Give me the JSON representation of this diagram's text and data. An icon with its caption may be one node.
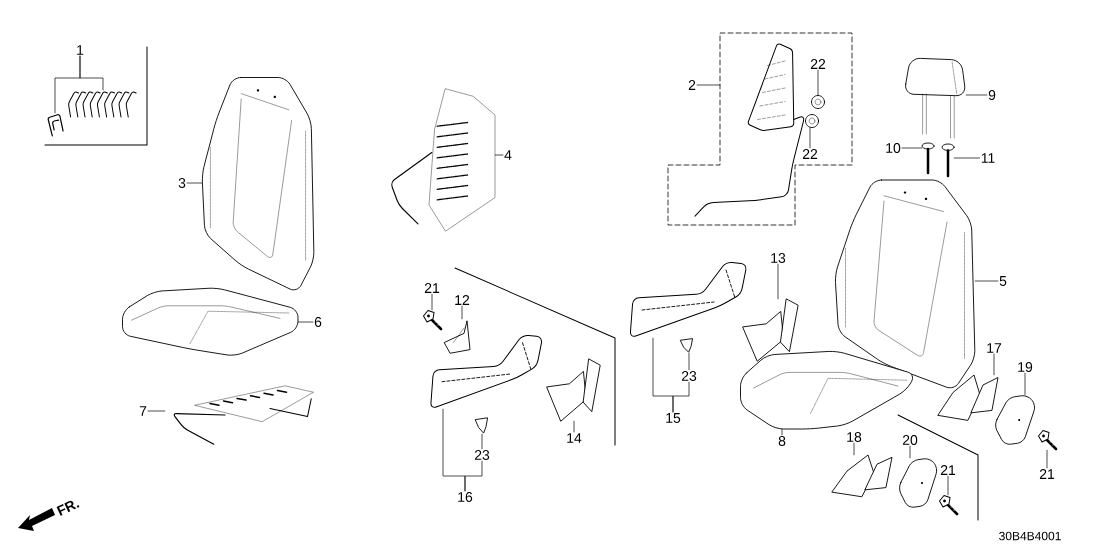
{
  "diagram": {
    "nodes": [
      {
        "text": [
          "1"
        ]
      },
      {
        "text": [],
        "shape": "picture"
      },
      {
        "text": [],
        "shape": "picture"
      },
      {
        "text": [
          "3"
        ]
      },
      {
        "text": [],
        "shape": "picture"
      },
      {
        "text": [
          "6"
        ]
      },
      {
        "text": [],
        "shape": "picture"
      },
      {
        "text": [
          "7"
        ]
      },
      {
        "text": [],
        "shape": "picture"
      },
      {
        "text": [
          "4"
        ]
      },
      {
        "text": [],
        "shape": "picture"
      },
      {
        "text": [],
        "shape": "box"
      },
      {
        "text": [
          "2"
        ]
      },
      {
        "text": [],
        "shape": "picture",
        "in": 11
      },
      {
        "text": [
          "22"
        ],
        "in": 11
      },
      {
        "text": [],
        "shape": "picture",
        "in": 11
      },
      {
        "text": [],
        "shape": "picture",
        "in": 11
      },
      {
        "text": [
          "22"
        ],
        "in": 11
      },
      {
        "text": [
          "9"
        ]
      },
      {
        "text": [],
        "shape": "picture"
      },
      {
        "text": [
          "10"
        ]
      },
      {
        "text": [],
        "shape": "picture"
      },
      {
        "text": [
          "11"
        ]
      },
      {
        "text": [],
        "shape": "picture"
      },
      {
        "text": [
          "5"
        ]
      },
      {
        "text": [],
        "shape": "picture"
      },
      {
        "text": [
          "21"
        ]
      },
      {
        "text": [],
        "shape": "picture"
      },
      {
        "text": [
          "12"
        ]
      },
      {
        "text": [],
        "shape": "picture"
      },
      {
        "text": [],
        "shape": "picture"
      },
      {
        "text": [
          "23"
        ]
      },
      {
        "text": [],
        "shape": "picture"
      },
      {
        "text": [
          "16"
        ]
      },
      {
        "text": [],
        "shape": "picture"
      },
      {
        "text": [
          "14"
        ]
      },
      {
        "text": [],
        "shape": "picture"
      },
      {
        "text": [],
        "shape": "picture"
      },
      {
        "text": [
          "13"
        ]
      },
      {
        "text": [],
        "shape": "picture"
      },
      {
        "text": [
          "23"
        ]
      },
      {
        "text": [
          "15"
        ]
      },
      {
        "text": [],
        "shape": "picture"
      },
      {
        "text": [
          "8"
        ]
      },
      {
        "text": [],
        "shape": "picture"
      },
      {
        "text": [
          "17"
        ]
      },
      {
        "text": [
          "19"
        ]
      },
      {
        "text": [],
        "shape": "picture"
      },
      {
        "text": [],
        "shape": "picture"
      },
      {
        "text": [
          "21"
        ]
      },
      {
        "text": [],
        "shape": "picture"
      },
      {
        "text": [
          "18"
        ]
      },
      {
        "text": [
          "20"
        ]
      },
      {
        "text": [],
        "shape": "picture"
      },
      {
        "text": [
          "21"
        ]
      },
      {
        "text": [],
        "shape": "picture"
      }
    ],
    "edges": [
      {
        "from": 0,
        "to": 1,
        "arrow": "none"
      },
      {
        "from": 0,
        "to": 2,
        "arrow": "none"
      },
      {
        "from": 3,
        "to": 4,
        "arrow": "none"
      },
      {
        "from": 5,
        "to": 6,
        "arrow": "none"
      },
      {
        "from": 7,
        "to": 8,
        "arrow": "none"
      },
      {
        "from": 9,
        "to": 10,
        "arrow": "none"
      },
      {
        "from": 12,
        "to": 11,
        "arrow": "none"
      },
      {
        "from": 14,
        "to": 15,
        "arrow": "none"
      },
      {
        "from": 17,
        "to": 16,
        "arrow": "none"
      },
      {
        "from": 18,
        "to": 19,
        "arrow": "none"
      },
      {
        "from": 20,
        "to": 21,
        "arrow": "none"
      },
      {
        "from": 22,
        "to": 23,
        "arrow": "none"
      },
      {
        "from": 24,
        "to": 25,
        "arrow": "none"
      },
      {
        "from": 26,
        "to": 27,
        "arrow": "none"
      },
      {
        "from": 28,
        "to": 29,
        "arrow": "none"
      },
      {
        "from": 33,
        "to": 30,
        "arrow": "none"
      },
      {
        "from": 33,
        "to": 31,
        "arrow": "none"
      },
      {
        "from": 31,
        "to": 32,
        "arrow": "none"
      },
      {
        "from": 35,
        "to": 34,
        "arrow": "none"
      },
      {
        "from": 38,
        "to": 37,
        "arrow": "none"
      },
      {
        "from": 41,
        "to": 36,
        "arrow": "none"
      },
      {
        "from": 41,
        "to": 40,
        "arrow": "none"
      },
      {
        "from": 40,
        "to": 39,
        "arrow": "none"
      },
      {
        "from": 43,
        "to": 42,
        "arrow": "none"
      },
      {
        "from": 45,
        "to": 44,
        "arrow": "none"
      },
      {
        "from": 46,
        "to": 47,
        "arrow": "none"
      },
      {
        "from": 49,
        "to": 48,
        "arrow": "none"
      },
      {
        "from": 51,
        "to": 50,
        "arrow": "none"
      },
      {
        "from": 52,
        "to": 53,
        "arrow": "none"
      },
      {
        "from": 54,
        "to": 55,
        "arrow": "none"
      }
    ],
    "labels": [
      "FR.",
      "30B4B4001"
    ]
  }
}
